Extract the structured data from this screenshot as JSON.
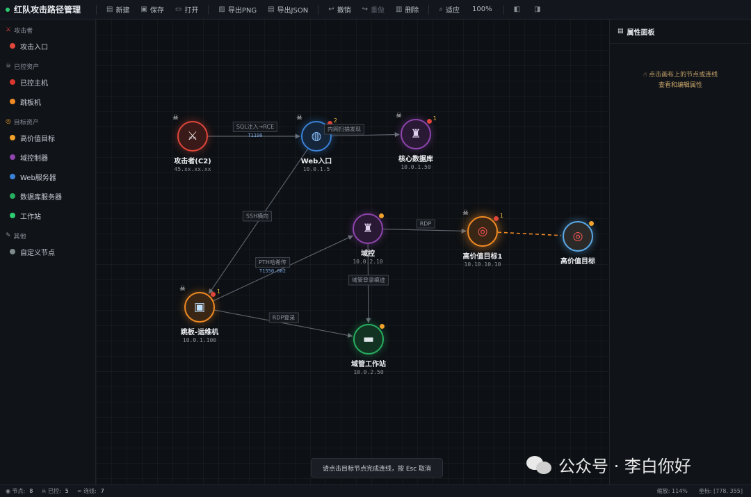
{
  "app": {
    "title": "红队攻击路径管理"
  },
  "toolbar": {
    "new": "新建",
    "save": "保存",
    "open": "打开",
    "export_png": "导出PNG",
    "export_json": "导出JSON",
    "undo": "撤销",
    "redo": "重做",
    "delete": "删除",
    "fit": "适应",
    "zoom": "100%"
  },
  "sidebar": {
    "groups": [
      {
        "title": "攻击者",
        "icon": "sword-icon",
        "items": [
          {
            "label": "攻击入口",
            "color": "#e0463a"
          }
        ]
      },
      {
        "title": "已控资产",
        "icon": "skull-icon",
        "items": [
          {
            "label": "已控主机",
            "color": "#d9372f"
          },
          {
            "label": "跳板机",
            "color": "#f08a24"
          }
        ]
      },
      {
        "title": "目标资产",
        "icon": "target-icon",
        "items": [
          {
            "label": "高价值目标",
            "color": "#f0a22a"
          },
          {
            "label": "域控制器",
            "color": "#8e44ad"
          },
          {
            "label": "Web服务器",
            "color": "#3a82d8"
          },
          {
            "label": "数据库服务器",
            "color": "#27ae60"
          },
          {
            "label": "工作站",
            "color": "#2ecc71"
          }
        ]
      },
      {
        "title": "其他",
        "icon": "wrench-icon",
        "items": [
          {
            "label": "自定义节点",
            "color": "#7f8c8d"
          }
        ]
      }
    ]
  },
  "nodes": [
    {
      "id": "attacker",
      "label": "攻击者(C2)",
      "ip": "45.xx.xx.xx",
      "color": "#e0463a",
      "icon": "crossed-swords-icon",
      "glyph": "⚔",
      "skull": true,
      "count": ""
    },
    {
      "id": "web",
      "label": "Web入口",
      "ip": "10.0.1.5",
      "color": "#3a82d8",
      "icon": "globe-icon",
      "glyph": "◍",
      "skull": true,
      "count": "2"
    },
    {
      "id": "db",
      "label": "核心数据库",
      "ip": "10.0.1.50",
      "color": "#8e44ad",
      "icon": "castle-icon",
      "glyph": "♜",
      "skull": true,
      "count": "1"
    },
    {
      "id": "dc",
      "label": "域控",
      "ip": "10.0.2.10",
      "color": "#8e44ad",
      "icon": "castle-icon",
      "glyph": "♜",
      "skull": false,
      "count": ""
    },
    {
      "id": "jump",
      "label": "跳板-运维机",
      "ip": "10.0.1.100",
      "color": "#f08a24",
      "icon": "terminal-icon",
      "glyph": "▣",
      "skull": true,
      "count": "1"
    },
    {
      "id": "ws",
      "label": "域管工作站",
      "ip": "10.0.2.50",
      "color": "#27ae60",
      "icon": "monitor-icon",
      "glyph": "▬",
      "skull": false,
      "count": ""
    },
    {
      "id": "hvt1",
      "label": "高价值目标1",
      "ip": "10.10.10.10",
      "color": "#f08a24",
      "icon": "target-icon",
      "glyph": "◎",
      "skull": true,
      "count": "1"
    },
    {
      "id": "hvt2",
      "label": "高价值目标",
      "ip": "",
      "color": "#5aa9e6",
      "icon": "target-icon",
      "glyph": "◎",
      "skull": false,
      "count": ""
    }
  ],
  "edges": [
    {
      "from": "attacker",
      "to": "web",
      "label": "SQL注入→RCE",
      "tech": "T1190"
    },
    {
      "from": "web",
      "to": "db",
      "label": "内网扫描发现",
      "tech": ""
    },
    {
      "from": "web",
      "to": "jump",
      "label": "SSH横向",
      "tech": ""
    },
    {
      "from": "jump",
      "to": "dc",
      "label": "PTH哈希传",
      "tech": "T1550.002"
    },
    {
      "from": "jump",
      "to": "ws",
      "label": "RDP登录",
      "tech": ""
    },
    {
      "from": "dc",
      "to": "ws",
      "label": "域管登录痕迹",
      "tech": ""
    },
    {
      "from": "dc",
      "to": "hvt1",
      "label": "RDP",
      "tech": ""
    },
    {
      "from": "hvt1",
      "to": "hvt2",
      "label": "",
      "tech": "",
      "dashed": true
    }
  ],
  "canvas_hint": "请点击目标节点完成连线，按 Esc 取消",
  "property_panel": {
    "title": "属性面板",
    "hint_line1": "点击画布上的节点或连线",
    "hint_line2": "查看和编辑属性"
  },
  "statusbar": {
    "nodes_label": "节点:",
    "nodes_count": "8",
    "controlled_label": "已控:",
    "controlled_count": "5",
    "edges_label": "连线:",
    "edges_count": "7",
    "zoom_label": "缩放: 114%",
    "coord_label": "坐标: [778, 355]"
  },
  "watermark": {
    "text": "公众号 · 李白你好"
  }
}
